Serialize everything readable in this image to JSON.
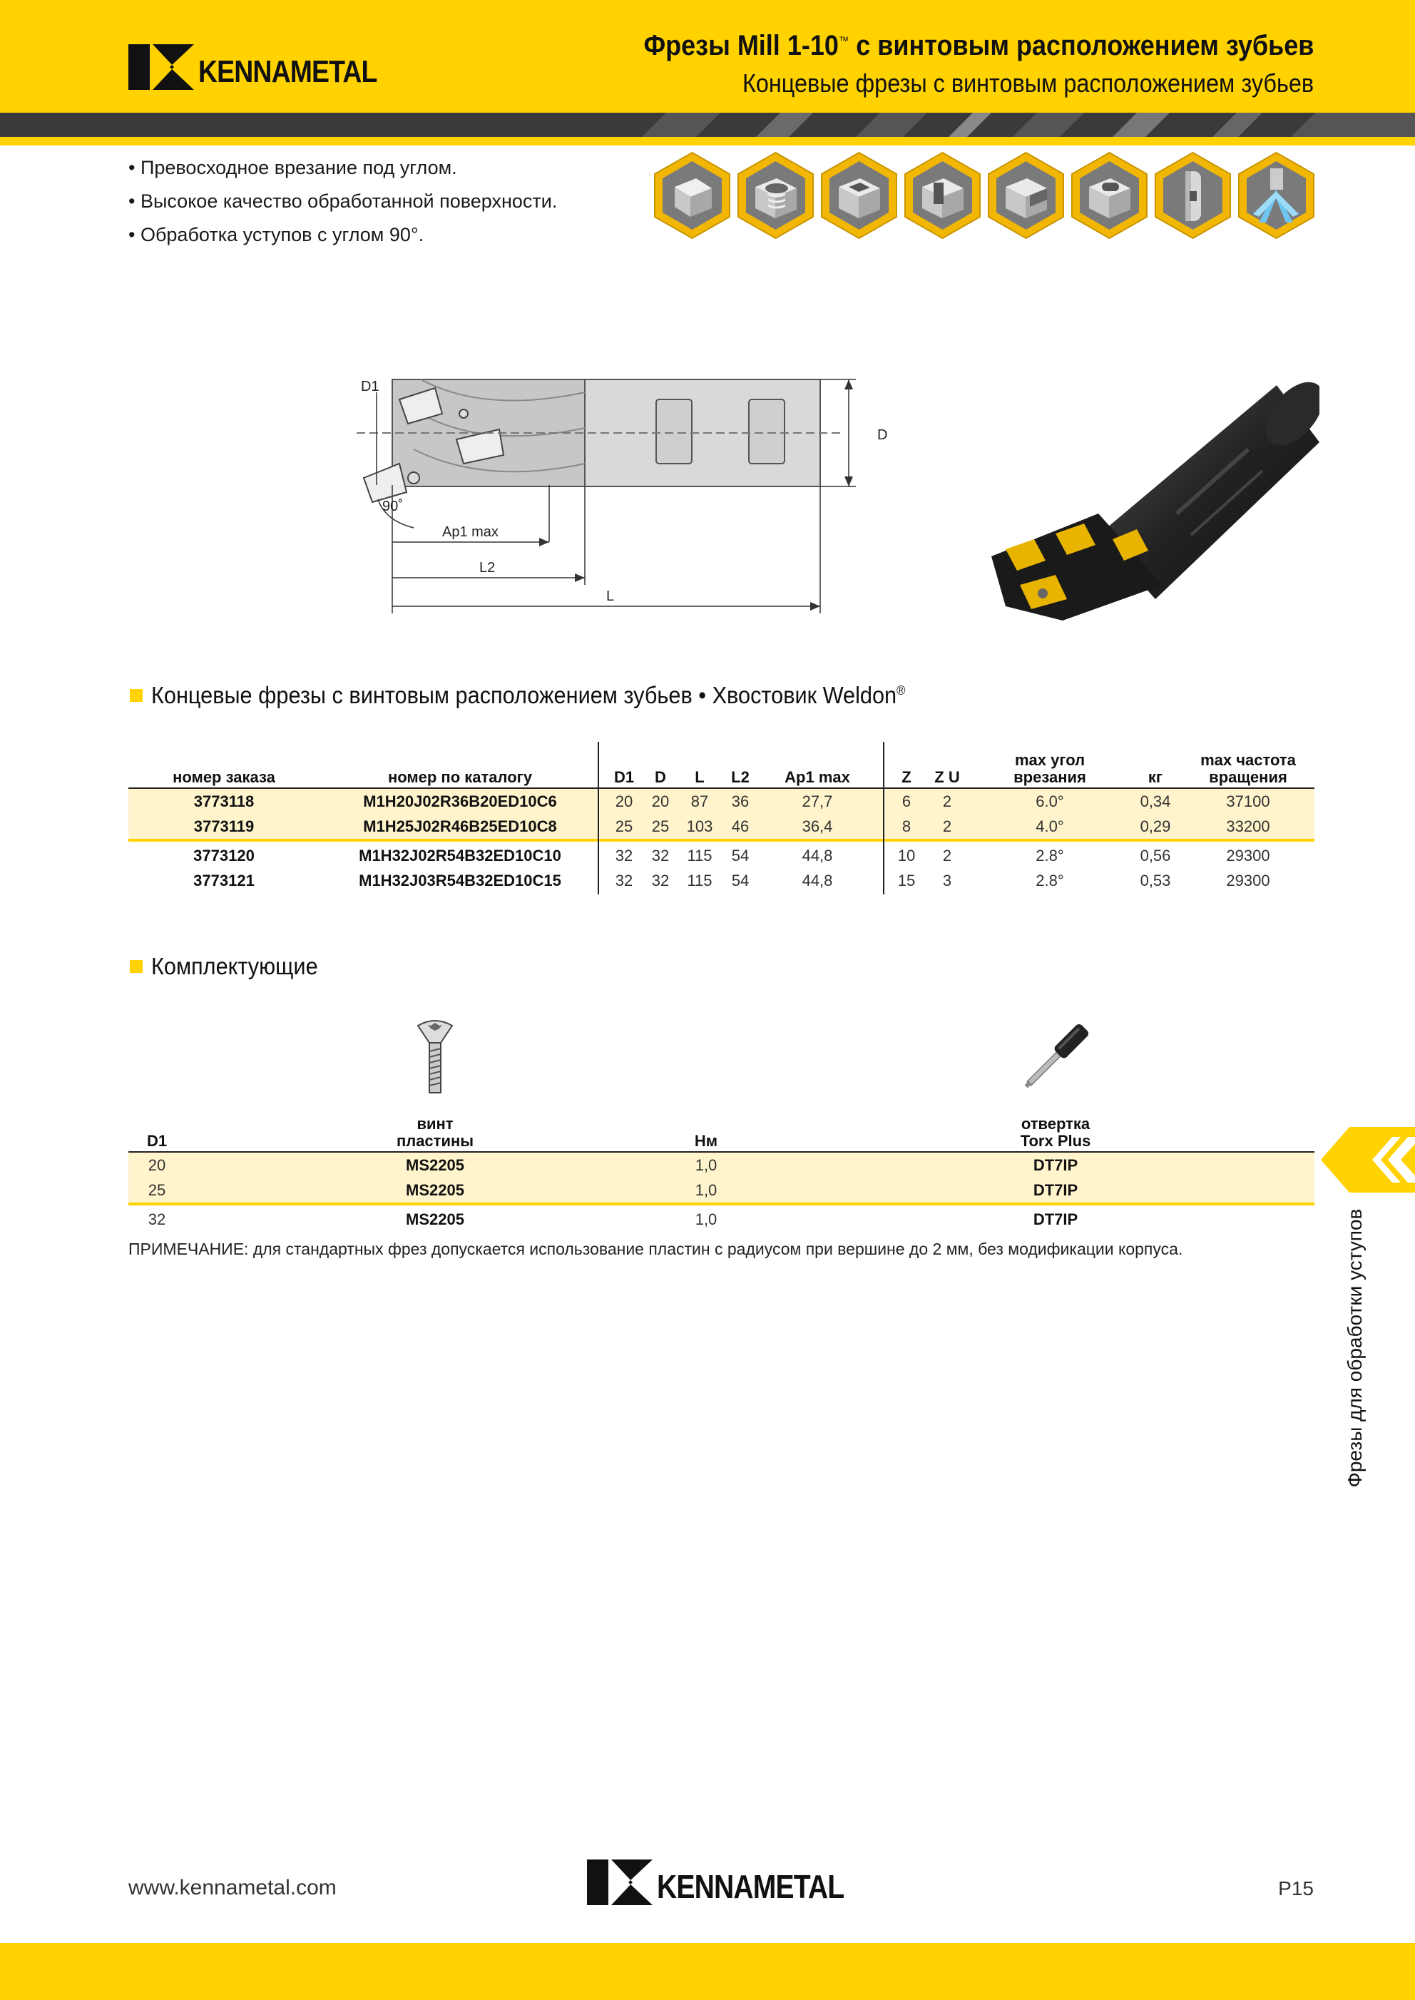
{
  "header": {
    "brand": "KENNAMETAL",
    "title_prefix": "Фрезы Mill 1-10",
    "title_tm": "™",
    "title_suffix": " с винтовым расположением зубьев",
    "subtitle": "Концевые фрезы с винтовым расположением зубьев"
  },
  "bullets": [
    "• Превосходное врезание под углом.",
    "• Высокое качество обработанной поверхности.",
    "• Обработка уступов с углом 90°."
  ],
  "application_icons": [
    "face-milling-icon",
    "helical-interpolation-icon",
    "pocket-milling-icon",
    "slot-milling-icon",
    "shoulder-milling-icon",
    "plunge-ramping-icon",
    "side-milling-icon",
    "coolant-through-icon"
  ],
  "drawing": {
    "label_d1": "D1",
    "label_d": "D",
    "label_angle": "90˚",
    "label_ap1": "Ap1 max",
    "label_l2": "L2",
    "label_l": "L"
  },
  "section_mills": {
    "title": "Концевые фрезы с винтовым расположением зубьев • Хвостовик Weldon",
    "reg": "®"
  },
  "mills_table": {
    "headers": {
      "order": "номер заказа",
      "catalog": "номер по каталогу",
      "d1": "D1",
      "d": "D",
      "l": "L",
      "l2": "L2",
      "ap1": "Ap1 max",
      "z": "Z",
      "zu": "Z U",
      "angle_1": "max угол",
      "angle_2": "врезания",
      "kg": "кг",
      "rpm_1": "max частота",
      "rpm_2": "вращения"
    },
    "rows": [
      {
        "order": "3773118",
        "catalog": "M1H20J02R36B20ED10C6",
        "d1": "20",
        "d": "20",
        "l": "87",
        "l2": "36",
        "ap1": "27,7",
        "z": "6",
        "zu": "2",
        "angle": "6.0°",
        "kg": "0,34",
        "rpm": "37100"
      },
      {
        "order": "3773119",
        "catalog": "M1H25J02R46B25ED10C8",
        "d1": "25",
        "d": "25",
        "l": "103",
        "l2": "46",
        "ap1": "36,4",
        "z": "8",
        "zu": "2",
        "angle": "4.0°",
        "kg": "0,29",
        "rpm": "33200"
      },
      {
        "order": "3773120",
        "catalog": "M1H32J02R54B32ED10C10",
        "d1": "32",
        "d": "32",
        "l": "115",
        "l2": "54",
        "ap1": "44,8",
        "z": "10",
        "zu": "2",
        "angle": "2.8°",
        "kg": "0,56",
        "rpm": "29300"
      },
      {
        "order": "3773121",
        "catalog": "M1H32J03R54B32ED10C15",
        "d1": "32",
        "d": "32",
        "l": "115",
        "l2": "54",
        "ap1": "44,8",
        "z": "15",
        "zu": "3",
        "angle": "2.8°",
        "kg": "0,53",
        "rpm": "29300"
      }
    ]
  },
  "section_parts": {
    "title": "Комплектующие"
  },
  "parts_table": {
    "headers": {
      "d1": "D1",
      "screw_1": "винт",
      "screw_2": "пластины",
      "nm": "Нм",
      "driver_1": "отвертка",
      "driver_2": "Torx Plus"
    },
    "rows": [
      {
        "d1": "20",
        "screw": "MS2205",
        "nm": "1,0",
        "driver": "DT7IP"
      },
      {
        "d1": "25",
        "screw": "MS2205",
        "nm": "1,0",
        "driver": "DT7IP"
      },
      {
        "d1": "32",
        "screw": "MS2205",
        "nm": "1,0",
        "driver": "DT7IP"
      }
    ]
  },
  "note": "ПРИМЕЧАНИЕ: для стандартных фрез допускается использование пластин с радиусом при вершине до 2 мм, без модификации корпуса.",
  "side_tab": "Фрезы для обработки уступов",
  "footer": {
    "url": "www.kennametal.com",
    "page": "P15",
    "brand": "KENNAMETAL"
  },
  "colors": {
    "brand_yellow": "#FFD200",
    "band": "#FFF4CC",
    "dark": "#333333"
  }
}
